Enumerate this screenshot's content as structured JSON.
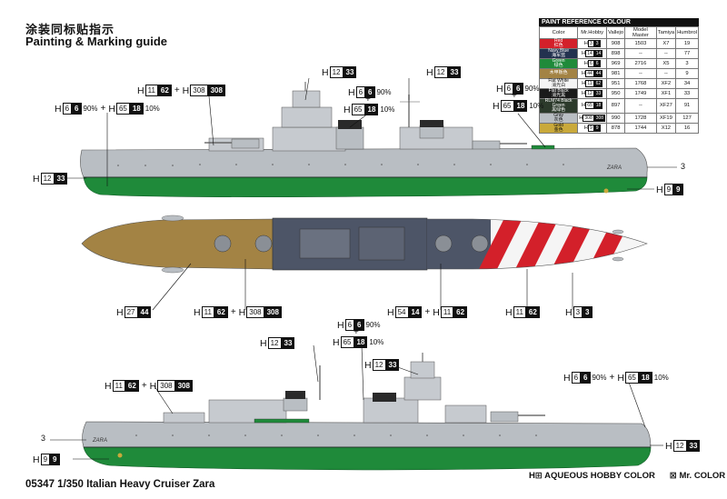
{
  "header": {
    "title_cn": "涂装同标贴指示",
    "title_en": "Painting & Marking guide"
  },
  "footer": {
    "caption": "05347 1/350 Italian Heavy Cruiser Zara"
  },
  "legend": {
    "aqueous": "H⊞ AQUEOUS HOBBY COLOR",
    "mrcolor": "⊠ Mr. COLOR"
  },
  "ref_table": {
    "title": "PAINT REFERENCE COLOUR",
    "headers": [
      "Color",
      "Mr.Hobby",
      "Vallejo",
      "Model Master",
      "Tamiya",
      "Humbrol"
    ],
    "rows": [
      {
        "en": "Red",
        "cn": "红色",
        "h": "3",
        "m": "3",
        "vallejo": "908",
        "mm": "1503",
        "tamiya": "X7",
        "humbrol": "19",
        "hex": "#d3202a",
        "dark": true
      },
      {
        "en": "Navy Blue",
        "cn": "海军蓝",
        "h": "14",
        "m": "14",
        "vallejo": "898",
        "mm": "--",
        "tamiya": "--",
        "humbrol": "77",
        "hex": "#23324f",
        "dark": true
      },
      {
        "en": "Green",
        "cn": "绿色",
        "h": "6",
        "m": "6",
        "vallejo": "969",
        "mm": "2716",
        "tamiya": "X5",
        "humbrol": "3",
        "hex": "#1f8a3a",
        "dark": true
      },
      {
        "en": "",
        "cn": "木甲板色",
        "h": "44",
        "m": "44",
        "vallejo": "981",
        "mm": "--",
        "tamiya": "--",
        "humbrol": "9",
        "hex": "#a38344",
        "dark": true
      },
      {
        "en": "Flat White",
        "cn": "消光白",
        "h": "11",
        "m": "62",
        "vallejo": "951",
        "mm": "1768",
        "tamiya": "XF2",
        "humbrol": "34",
        "hex": "#f5f5f5",
        "dark": false
      },
      {
        "en": "Flat Black",
        "cn": "消光黑",
        "h": "12",
        "m": "33",
        "vallejo": "950",
        "mm": "1749",
        "tamiya": "XF1",
        "humbrol": "33",
        "hex": "#1a1a1a",
        "dark": true
      },
      {
        "en": "RLM74 Black Green",
        "cn": "黑绿色",
        "h": "65",
        "m": "18",
        "vallejo": "897",
        "mm": "--",
        "tamiya": "XF27",
        "humbrol": "91",
        "hex": "#2c3a2b",
        "dark": true
      },
      {
        "en": "Gray",
        "cn": "灰色",
        "h": "308",
        "m": "308",
        "vallejo": "990",
        "mm": "1728",
        "tamiya": "XF19",
        "humbrol": "127",
        "hex": "#b9bec3",
        "dark": false
      },
      {
        "en": "Gold",
        "cn": "金色",
        "h": "9",
        "m": "9",
        "vallejo": "878",
        "mm": "1744",
        "tamiya": "X12",
        "humbrol": "16",
        "hex": "#c9a93b",
        "dark": false
      }
    ]
  },
  "ship": {
    "name_top": "ZARA",
    "name_bottom": "ZARA"
  },
  "callouts": {
    "plus": "+",
    "pct90": "90%",
    "pct10": "10%",
    "three": "3",
    "h": "H",
    "c1": {
      "a": "11",
      "b": "62",
      "c": "308",
      "d": "308"
    },
    "c2": {
      "a": "6",
      "b": "6",
      "c": "65",
      "d": "18"
    },
    "c3": {
      "a": "12",
      "b": "33"
    },
    "c4": {
      "a": "6",
      "b": "6",
      "c": "65",
      "d": "18"
    },
    "c5": {
      "a": "12",
      "b": "33"
    },
    "c6": {
      "a": "6",
      "b": "6",
      "c": "65",
      "d": "18"
    },
    "c7": {
      "a": "12",
      "b": "33"
    },
    "c8": {
      "a": "9",
      "b": "9"
    },
    "d1": {
      "a": "27",
      "b": "44"
    },
    "d2": {
      "a": "11",
      "b": "62",
      "c": "308",
      "d": "308"
    },
    "d3": {
      "a": "54",
      "b": "14",
      "c": "11",
      "d": "62"
    },
    "d4": {
      "a": "11",
      "b": "62"
    },
    "d5": {
      "a": "3",
      "b": "3"
    },
    "e1": {
      "a": "6",
      "b": "6",
      "c": "65",
      "d": "18"
    },
    "e2": {
      "a": "12",
      "b": "33"
    },
    "e3": {
      "a": "12",
      "b": "33"
    },
    "e4": {
      "a": "11",
      "b": "62",
      "c": "308",
      "d": "308"
    },
    "e5": {
      "a": "6",
      "b": "6",
      "c": "65",
      "d": "18"
    },
    "e6": {
      "a": "9",
      "b": "9"
    },
    "e7": {
      "a": "12",
      "b": "33"
    }
  },
  "colors": {
    "hull_gray": "#b9bec3",
    "hull_green": "#1f8a3a",
    "deck_wood": "#a38344",
    "deck_navy": "#4d5567",
    "stripe_red": "#d3202a",
    "stripe_white": "#f5f5f5"
  }
}
